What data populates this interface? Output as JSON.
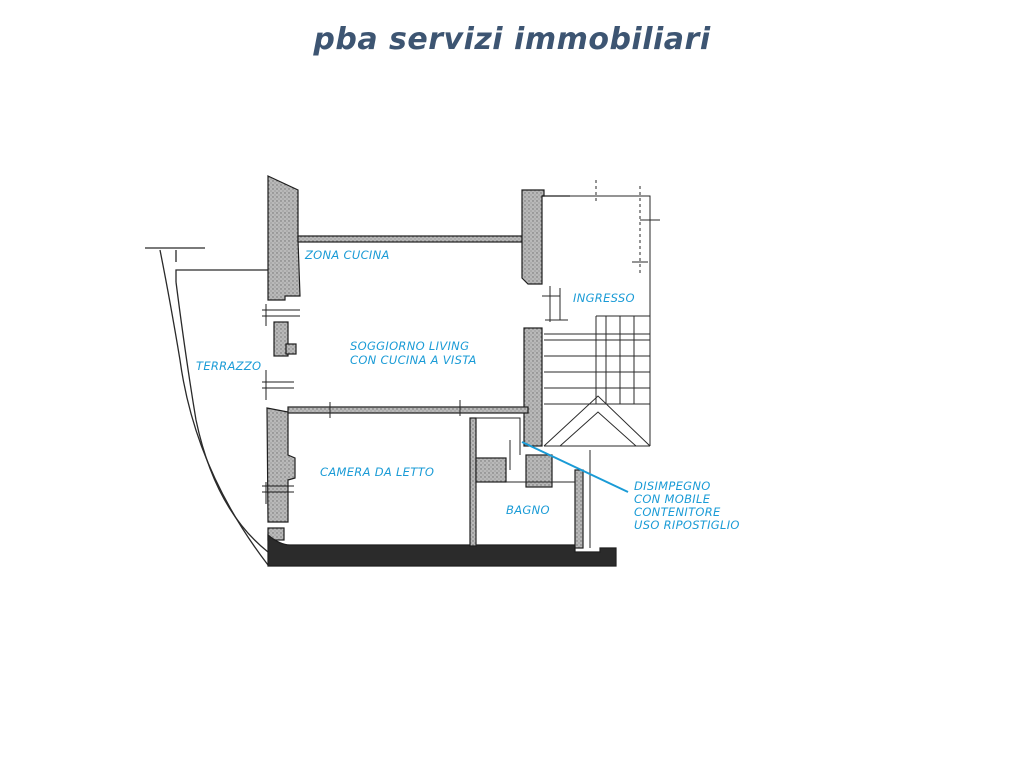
{
  "brand": {
    "title": "pba servizi immobiliari",
    "color": "#3d5572"
  },
  "colors": {
    "wall": "#1f1f1f",
    "wall_hatch": "#9a9a9a",
    "label": "#1a9bd6"
  },
  "rooms": {
    "zona_cucina": "ZONA CUCINA",
    "ingresso": "INGRESSO",
    "soggiorno_line1": "SOGGIORNO LIVING",
    "soggiorno_line2": "CON CUCINA A VISTA",
    "terrazzo": "TERRAZZO",
    "camera": "CAMERA DA LETTO",
    "bagno": "BAGNO"
  },
  "annotation": {
    "line1": "DISIMPEGNO",
    "line2": "CON MOBILE",
    "line3": "CONTENITORE",
    "line4": "USO RIPOSTIGLIO"
  }
}
